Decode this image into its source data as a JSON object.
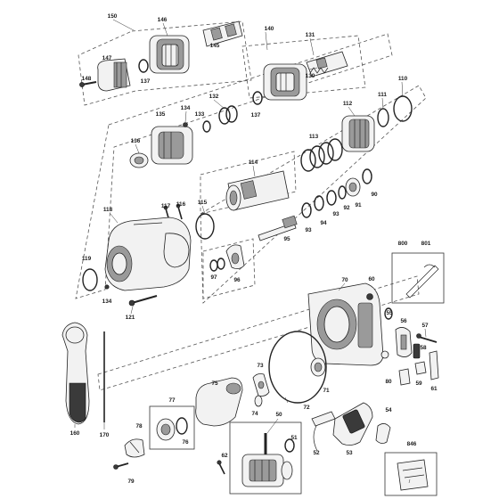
{
  "labels": [
    "150",
    "146",
    "145",
    "147",
    "148",
    "137",
    "140",
    "131",
    "130",
    "137",
    "110",
    "111",
    "112",
    "134",
    "133",
    "132",
    "135",
    "136",
    "113",
    "114",
    "115",
    "90",
    "91",
    "92",
    "93",
    "94",
    "93",
    "95",
    "117",
    "116",
    "118",
    "119",
    "97",
    "96",
    "134",
    "121",
    "800",
    "801",
    "70",
    "60",
    "55",
    "56",
    "57",
    "58",
    "59",
    "61",
    "80",
    "160",
    "170",
    "73",
    "74",
    "75",
    "72",
    "71",
    "77",
    "76",
    "78",
    "79",
    "62",
    "50",
    "51",
    "52",
    "53",
    "54",
    "846"
  ]
}
